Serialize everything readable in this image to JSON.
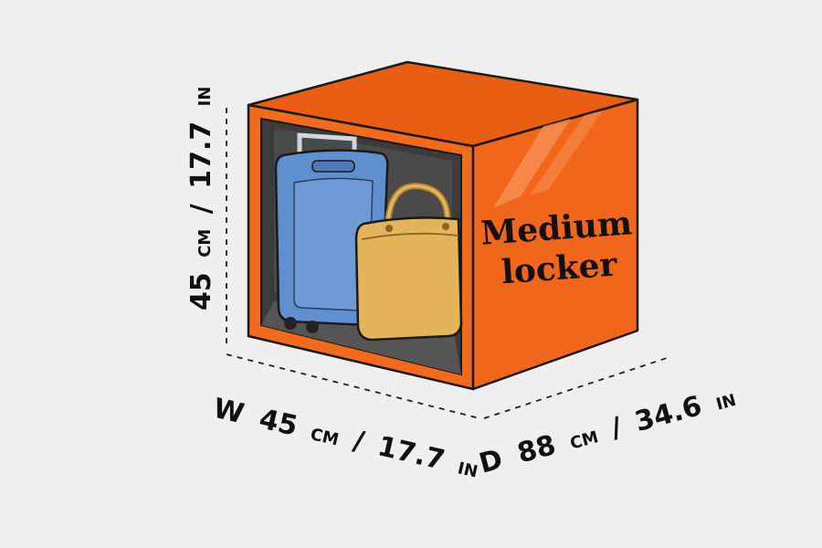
{
  "locker": {
    "label_line1": "Medium",
    "label_line2": "locker",
    "color": "#f26a1b",
    "interior_color": "#3a3a3a"
  },
  "dimensions": {
    "height": {
      "value": "45",
      "unit_metric": "CM",
      "separator": "/",
      "value_imperial": "17.7",
      "unit_imperial": "IN"
    },
    "width": {
      "prefix": "W",
      "value": "45",
      "unit_metric": "CM",
      "separator": "/",
      "value_imperial": "17.7",
      "unit_imperial": "IN"
    },
    "depth": {
      "prefix": "D",
      "value": "88",
      "unit_metric": "CM",
      "separator": "/",
      "value_imperial": "34.6",
      "unit_imperial": "IN"
    }
  },
  "contents": {
    "suitcase_color": "#5f8fcf",
    "bag_color": "#e3b45a"
  },
  "colors": {
    "background": "#efefef",
    "outline": "#1a1a1a",
    "orange_dark": "#e05a10",
    "orange_side": "#f0661a"
  }
}
